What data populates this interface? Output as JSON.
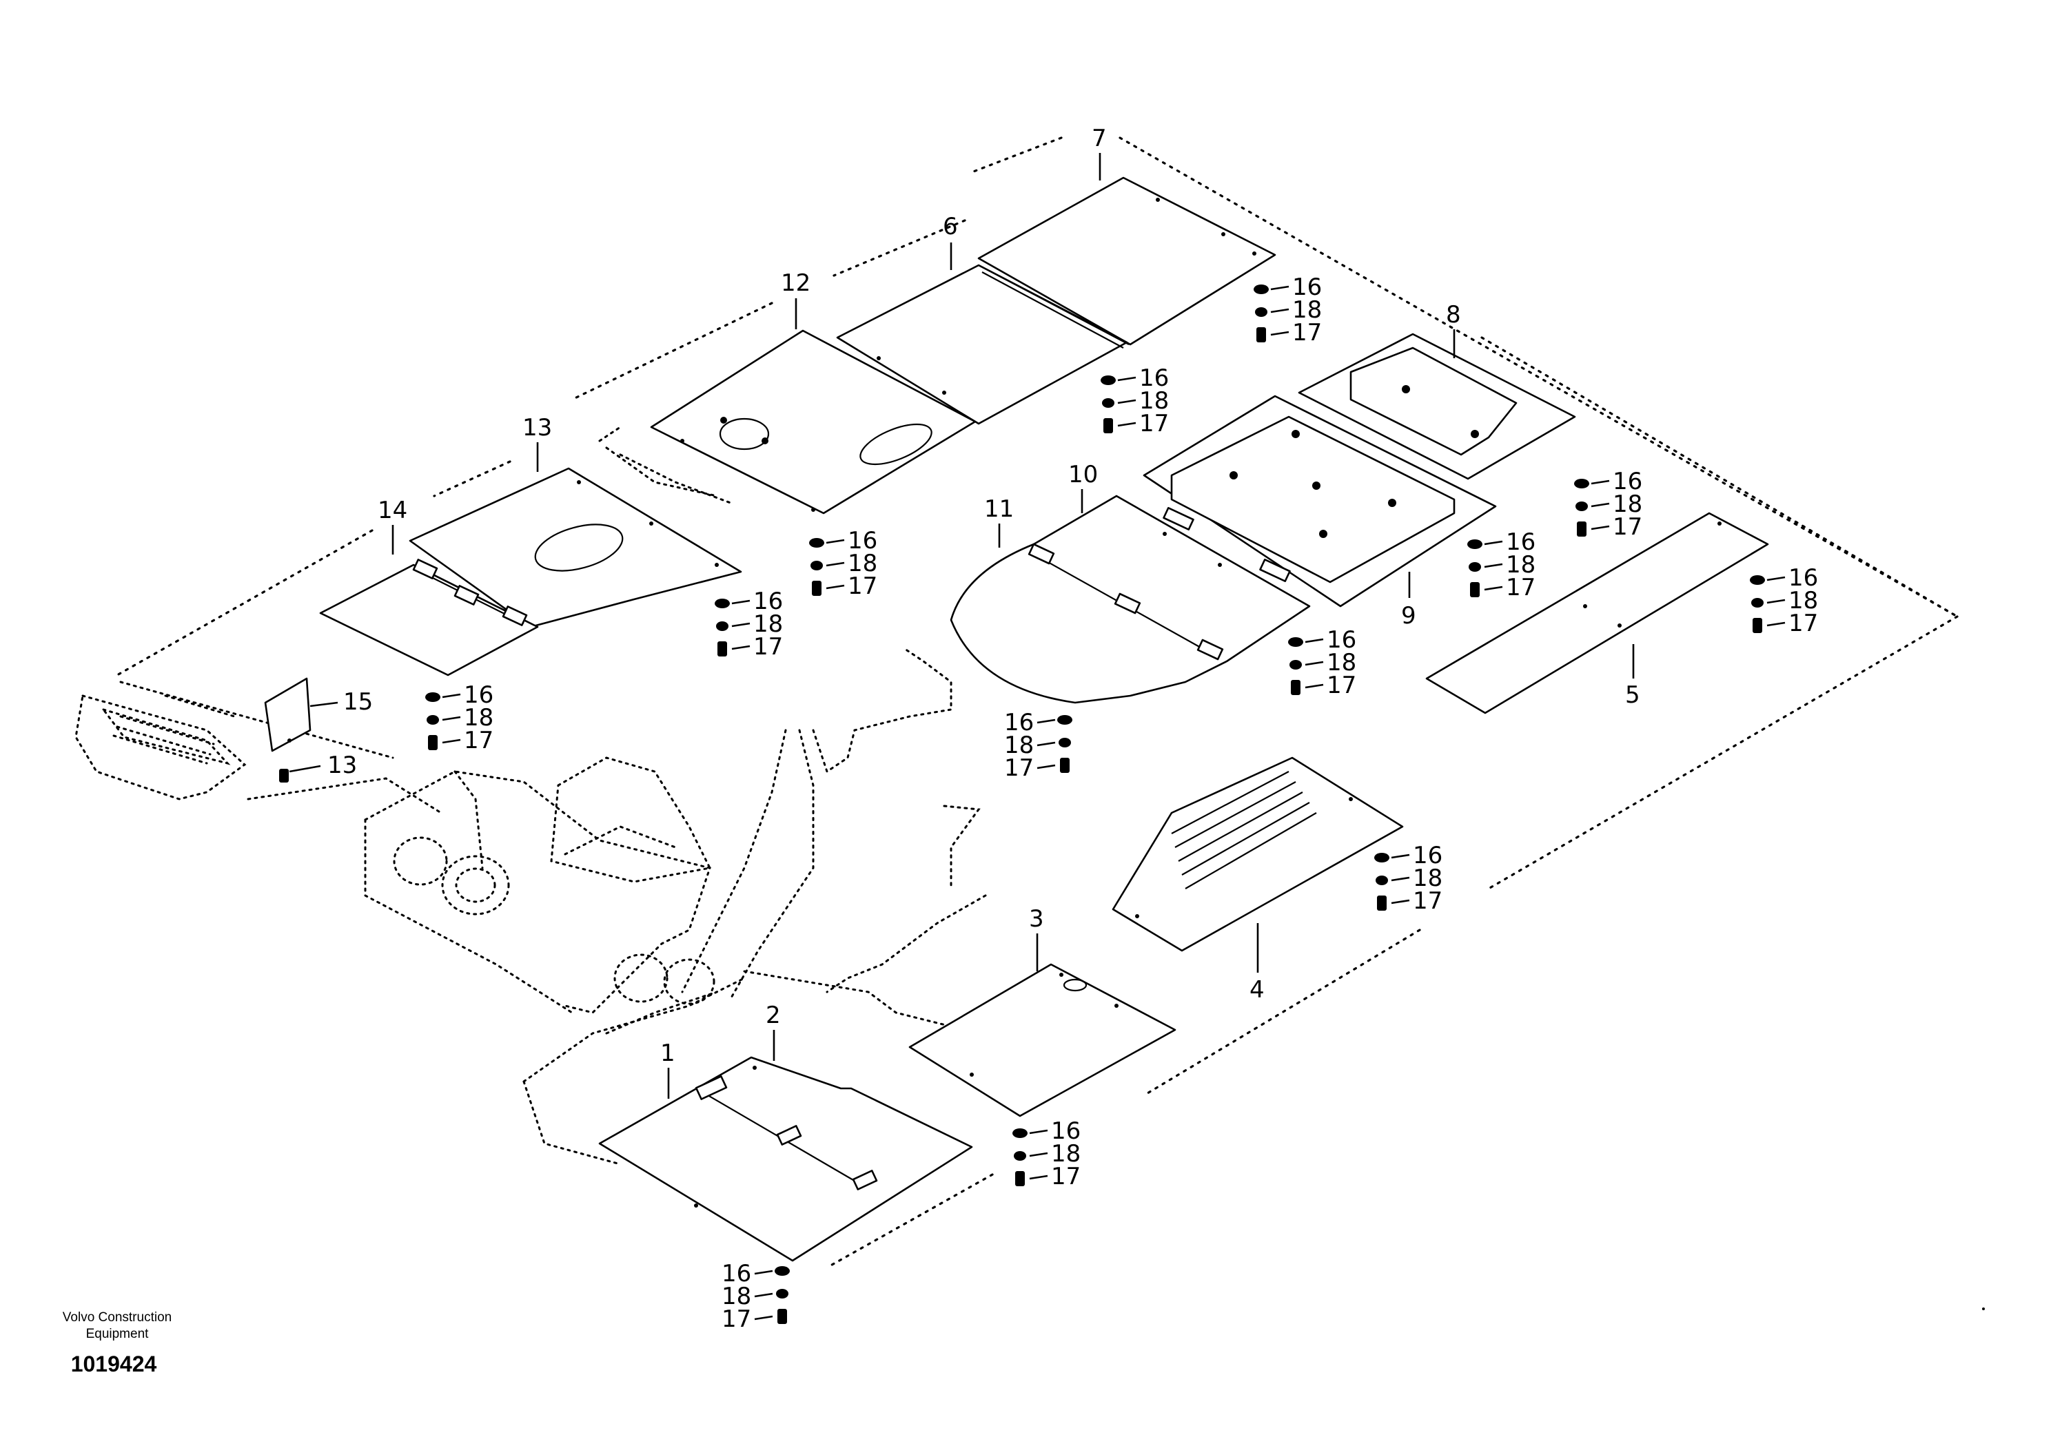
{
  "publisher": {
    "line1": "Volvo Construction",
    "line2": "Equipment"
  },
  "drawing_number": "1019424",
  "callouts": {
    "c1": "1",
    "c2": "2",
    "c3": "3",
    "c4": "4",
    "c5": "5",
    "c6": "6",
    "c7": "7",
    "c8": "8",
    "c9": "9",
    "c10": "10",
    "c11": "11",
    "c12": "12",
    "c13a": "13",
    "c13b": "13",
    "c14": "14",
    "c15": "15"
  },
  "hardware_labels": {
    "washer": "16",
    "spacer": "18",
    "bolt": "17"
  }
}
